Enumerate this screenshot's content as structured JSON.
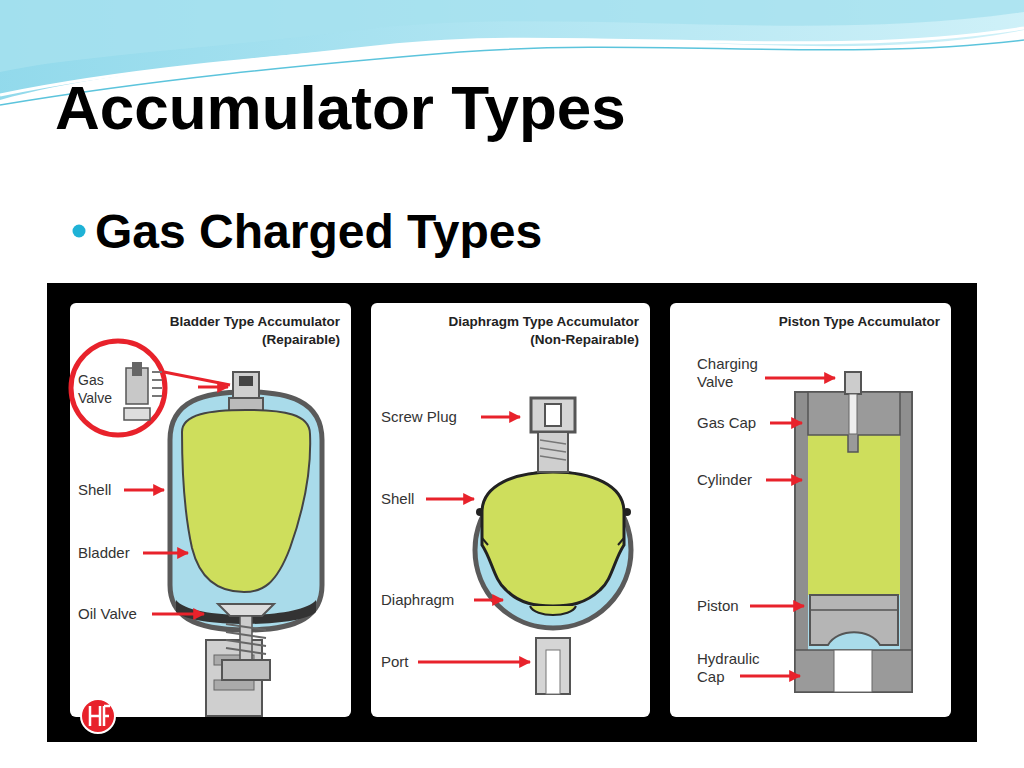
{
  "diagram": {
    "title": "Accumulator Types",
    "nodes": [
      {
        "text": [
          "Bladder Type Accumulator (Repairable)"
        ]
      },
      {
        "text": [
          "Diaphragm Type Accumulator (Non-Repairable)"
        ]
      },
      {
        "text": [
          "Piston Type Accumulator"
        ]
      }
    ],
    "labels": [
      "Gas Charged Types",
      "Gas Valve",
      "Shell",
      "Bladder",
      "Oil Valve",
      "Screw Plug",
      "Shell",
      "Diaphragm",
      "Port",
      "Charging Valve",
      "Gas Cap",
      "Cylinder",
      "Piston",
      "Hydraulic Cap"
    ]
  }
}
